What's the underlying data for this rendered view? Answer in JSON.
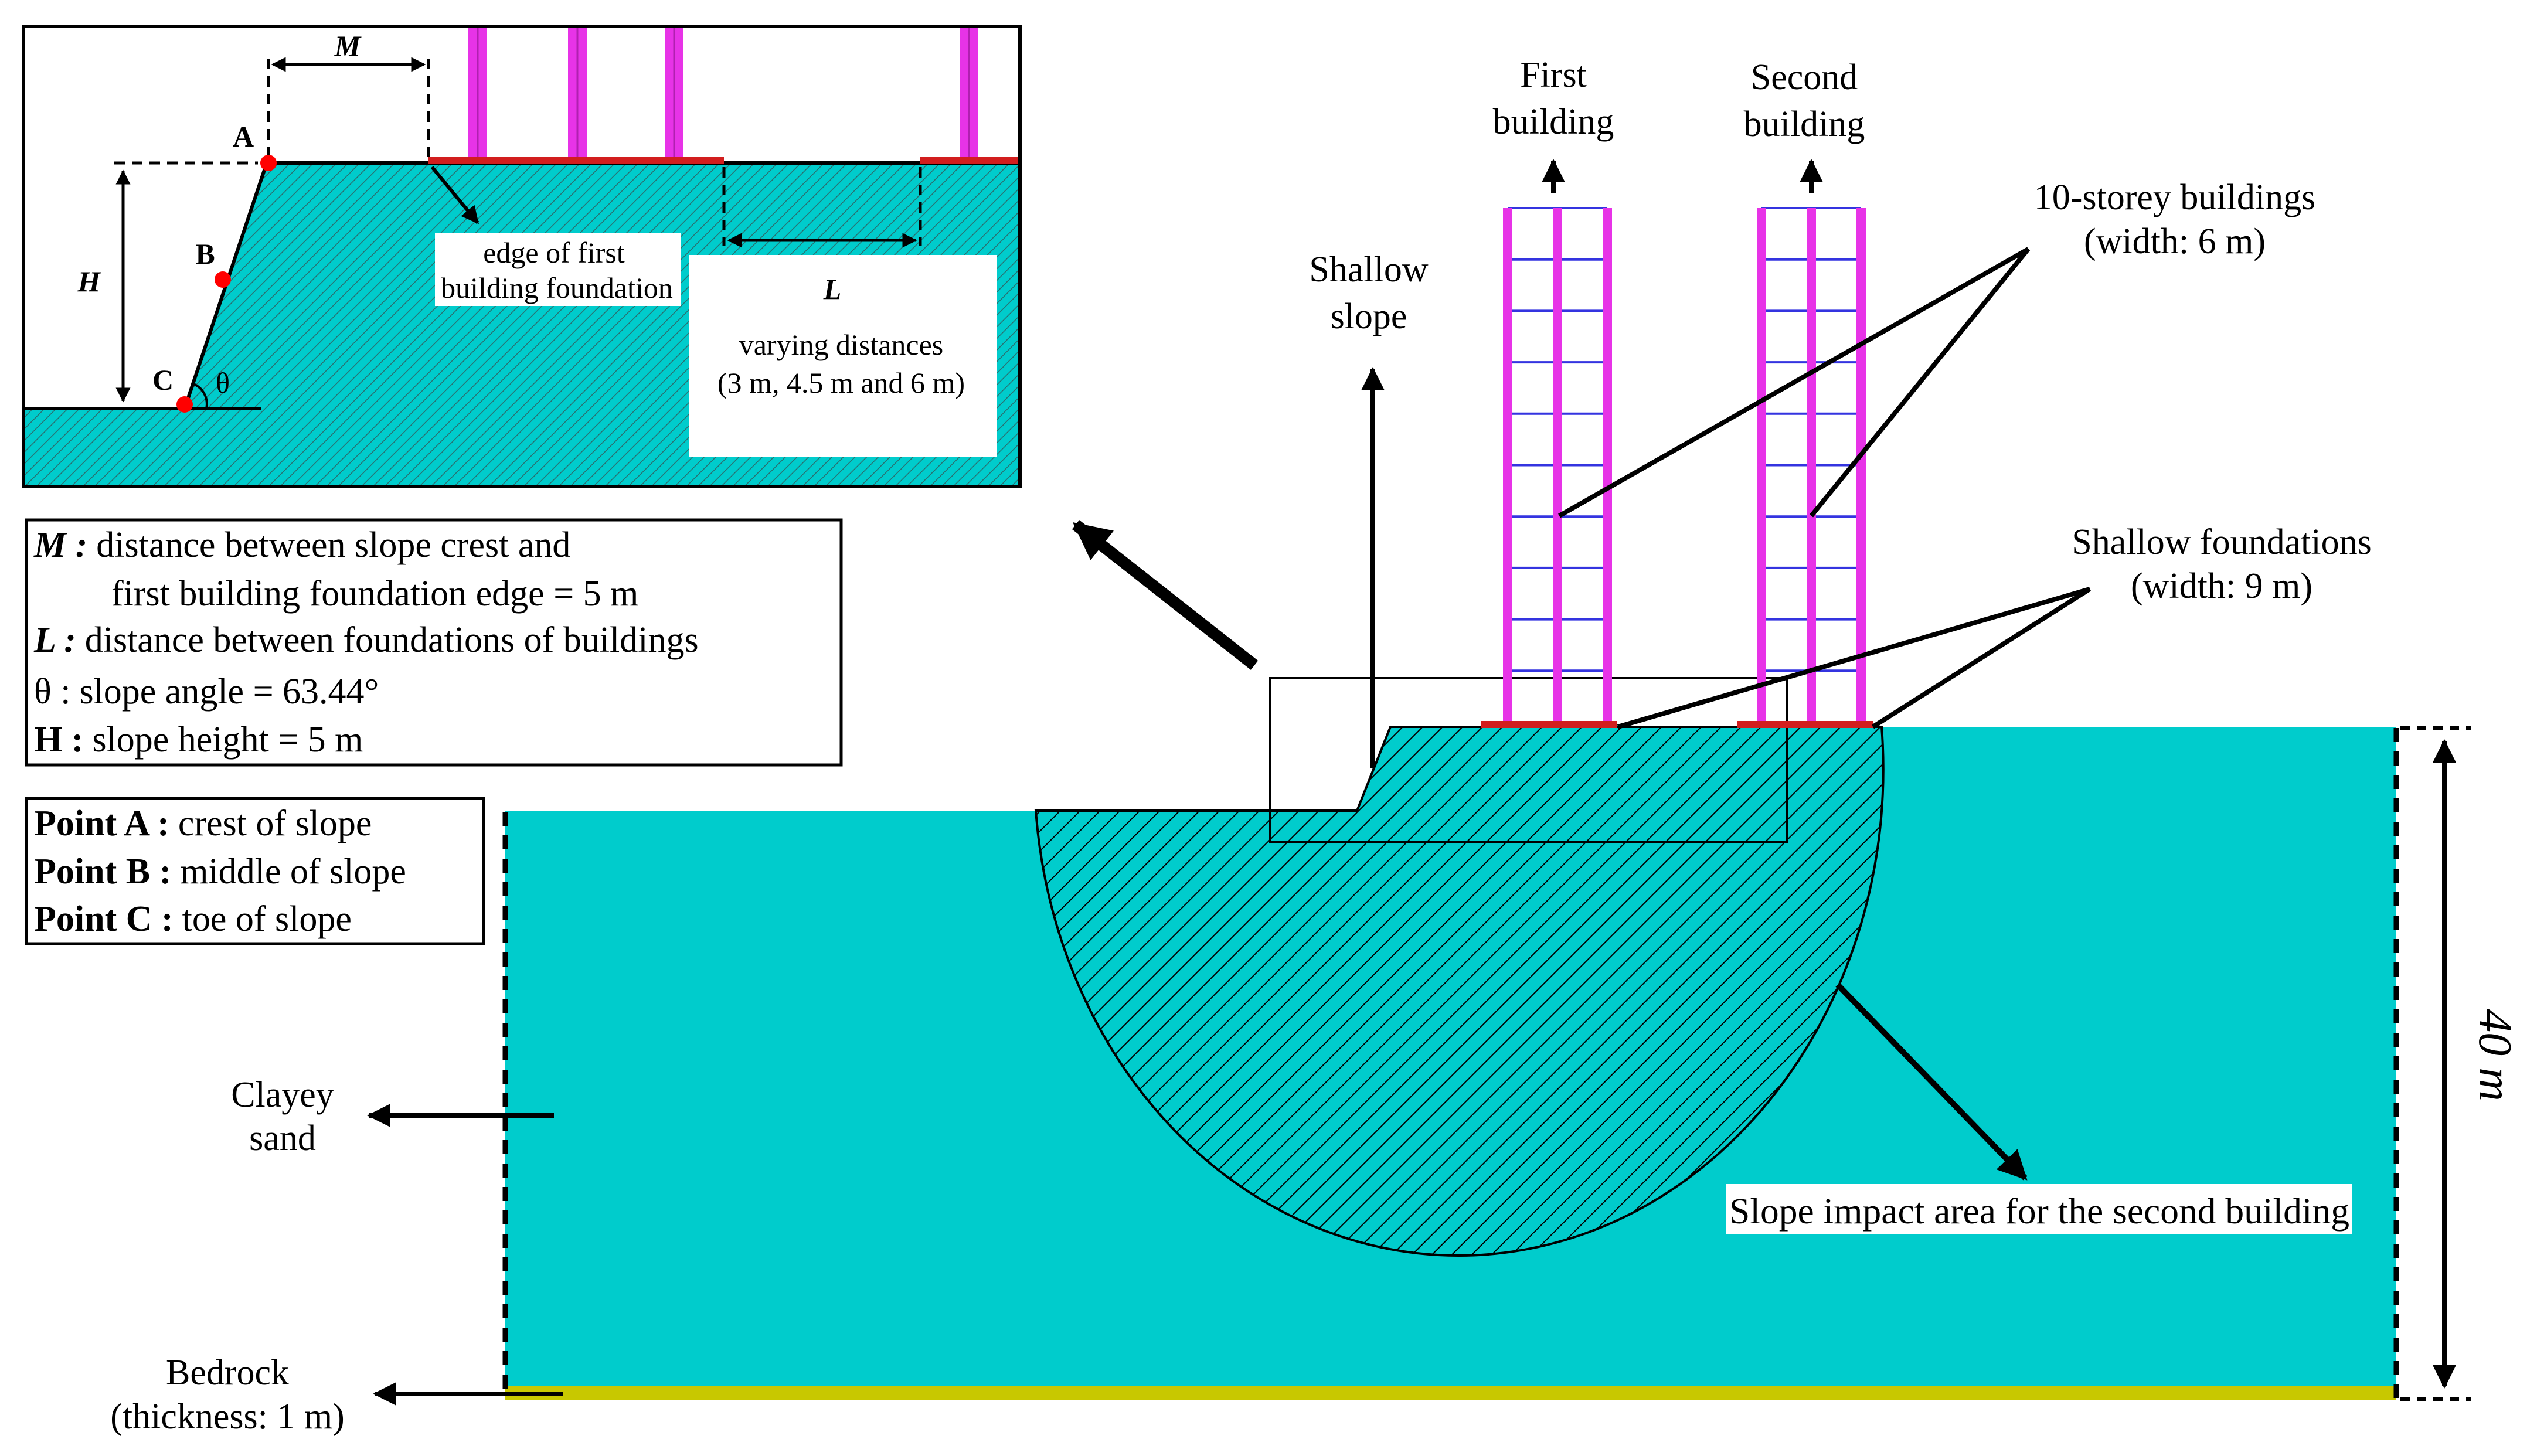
{
  "inset": {
    "point_a": "A",
    "point_b": "B",
    "point_c": "C",
    "m_symbol": "M",
    "h_symbol": "H",
    "l_symbol": "L",
    "theta": "θ",
    "edge_label_1": "edge of first",
    "edge_label_2": "building foundation",
    "varying_1": "varying distances",
    "varying_2": "(3 m, 4.5 m and 6 m)"
  },
  "legend": {
    "m_sym": "M :",
    "m_text_1": "distance between slope crest and",
    "m_text_2": "first building foundation edge = 5 m",
    "l_sym": "L :",
    "l_text": "distance between foundations of buildings",
    "theta_sym": "θ :",
    "theta_text": "slope angle = 63.44°",
    "h_sym": "H :",
    "h_text": "slope height = 5 m"
  },
  "points_legend": {
    "a_sym": "Point A :",
    "a_text": "crest of slope",
    "b_sym": "Point B :",
    "b_text": "middle of slope",
    "c_sym": "Point C :",
    "c_text": "toe of slope"
  },
  "labels": {
    "first_building_1": "First",
    "first_building_2": "building",
    "second_building_1": "Second",
    "second_building_2": "building",
    "storey_1": "10-storey buildings",
    "storey_2": "(width: 6 m)",
    "shallow_slope_1": "Shallow",
    "shallow_slope_2": "slope",
    "foundations_1": "Shallow foundations",
    "foundations_2": "(width: 9 m)",
    "clayey_1": "Clayey",
    "clayey_2": "sand",
    "bedrock_1": "Bedrock",
    "bedrock_2": "(thickness: 1 m)",
    "impact_area": "Slope impact area for the second building",
    "depth": "40 m"
  },
  "colors": {
    "soil": "#00CCCC",
    "column": "#E733E7",
    "beam": "#3434E0",
    "foundation": "#D21E1E",
    "bedrock": "#C8C800",
    "point": "#FF0000"
  }
}
